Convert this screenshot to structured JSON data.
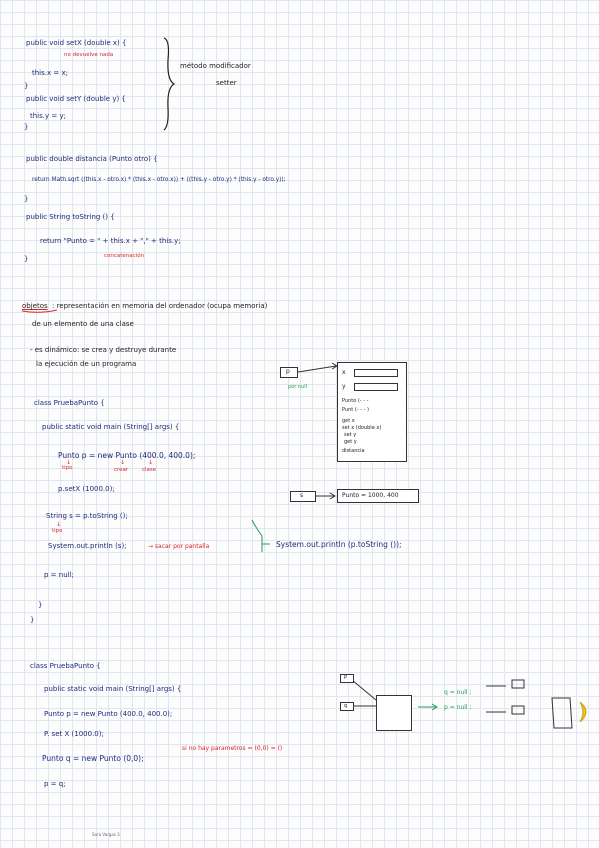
{
  "block1": {
    "l1": "public void setX (double x) {",
    "l1_note": "no devuelve nada",
    "l2": "this.x = x;",
    "l3": "}",
    "l4": "public void setY (double y) {",
    "l5": "this.y = y;",
    "l6": "}",
    "brace_note_1": "método modificador",
    "brace_note_2": "setter"
  },
  "block2": {
    "l1": "public double distancia (Punto otro) {",
    "l2": "return Math.sqrt ((this.x - otro.x) * (this.x - otro.x)) + ((this.y - otro.y) * (this.y - otro.y));",
    "l3": "}",
    "l4": "public String toString () {",
    "l5": "return \"Punto = \" + this.x + \",\" + this.y;",
    "l5_note": "concatenación",
    "l6": "}"
  },
  "objetos": {
    "heading": "objetos",
    "l1": ": representación en memoria del ordenador (ocupa memoria)",
    "l2": "de un elemento de una clase",
    "l3": "- es dinámico: se crea y destruye durante",
    "l4": "la ejecución de un programa"
  },
  "block3": {
    "l1": "class PruebaPunto {",
    "l2": "public static void main (String[] args) {",
    "l3": "Punto p = new Punto (400.0, 400.0);",
    "n_tipo": "tipo",
    "n_crear": "crear",
    "n_clase": "clase",
    "l4": "p.setX (1000.0);",
    "l5": "String s = p.toString ();",
    "n_tipo2": "tipo",
    "l6": "System.out.println (s);",
    "l6_note": "→ sacar por pantalla",
    "l6_alt": "System.out.println (p.toString ());",
    "l7": "p = null;",
    "l8": "}",
    "l9": "}"
  },
  "diagram1": {
    "p_label": "p",
    "p_note": "por null",
    "fields": [
      "x",
      "y",
      "Punto (- - -",
      "Punt (- - - )",
      "get x",
      "set x (double x)",
      "set y",
      "get y",
      "distancia"
    ],
    "s_label": "s",
    "s_value": "Punto = 1000, 400"
  },
  "block4": {
    "l1": "class PruebaPunto {",
    "l2": "public static void main (String[] args) {",
    "l3": "Punto p = new Punto (400.0, 400.0);",
    "l4": "P. set X (1000.0);",
    "l5": "Punto q = new Punto (0,0);",
    "l5_note": "si no hay parametros = (0,0) = ()",
    "l6": "p = q;"
  },
  "diagram2": {
    "p_label": "P",
    "q_label": "q",
    "g1": "q = null ;",
    "g2": "p = null ;"
  },
  "footer": "Sara Vargas 3"
}
